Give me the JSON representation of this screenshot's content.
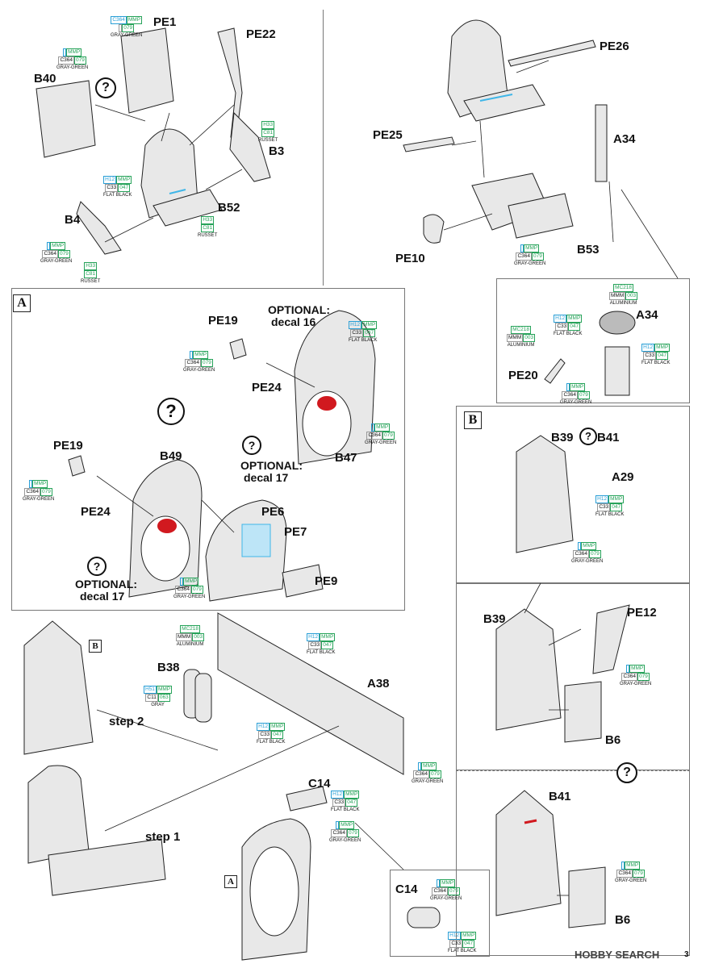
{
  "part_labels": {
    "pe1": "PE1",
    "pe22": "PE22",
    "b40": "B40",
    "b3": "B3",
    "b52": "B52",
    "b4": "B4",
    "pe26": "PE26",
    "pe25": "PE25",
    "a34": "A34",
    "b53": "B53",
    "pe10": "PE10",
    "a34b": "A34",
    "pe20": "PE20",
    "pe19a": "PE19",
    "pe24a": "PE24",
    "b47": "B47",
    "pe19b": "PE19",
    "pe24b": "PE24",
    "b49": "B49",
    "pe6": "PE6",
    "pe7": "PE7",
    "pe9": "PE9",
    "b39a": "B39",
    "b41a": "B41",
    "a29": "A29",
    "b39b": "B39",
    "pe12": "PE12",
    "b6a": "B6",
    "b41b": "B41",
    "b6b": "B6",
    "b38": "B38",
    "a38": "A38",
    "c14a": "C14",
    "c14b": "C14"
  },
  "optional_notes": {
    "decal16": [
      "OPTIONAL:",
      "decal 16"
    ],
    "decal17a": [
      "OPTIONAL:",
      "decal 17"
    ],
    "decal17b": [
      "OPTIONAL:",
      "decal 17"
    ]
  },
  "steps": {
    "step1": "step 1",
    "step2": "step 2"
  },
  "section_markers": {
    "a": "A",
    "b": "B",
    "b_small": "B",
    "a_small": "A"
  },
  "question_mark": "?",
  "paint_callouts": {
    "gg_pe1": {
      "top": [
        "C364",
        "MMP"
      ],
      "bot": [
        "",
        "079"
      ],
      "name": "GRAY-GREEN"
    },
    "gg_b40": {
      "top": [
        "",
        "MMP"
      ],
      "bot": [
        "C364",
        "079"
      ],
      "name": "GRAY-GREEN"
    },
    "russet_b3": {
      "top": [
        "H33",
        ""
      ],
      "bot": [
        "C81",
        ""
      ],
      "name": "RUSSET"
    },
    "black_b52": {
      "top": [
        "H12",
        "MMP"
      ],
      "bot": [
        "C33",
        "047"
      ],
      "name": "FLAT BLACK"
    },
    "russet_b52": {
      "top": [
        "H33",
        ""
      ],
      "bot": [
        "C81",
        ""
      ],
      "name": "RUSSET"
    },
    "gg_b4": {
      "top": [
        "",
        "MMP"
      ],
      "bot": [
        "C364",
        "079"
      ],
      "name": "GRAY-GREEN"
    },
    "russet_b4": {
      "top": [
        "H33",
        ""
      ],
      "bot": [
        "C81",
        ""
      ],
      "name": "RUSSET"
    },
    "gg_b53": {
      "top": [
        "",
        "MMP"
      ],
      "bot": [
        "C364",
        "079"
      ],
      "name": "GRAY-GREEN"
    },
    "alu_a34": {
      "top": [
        "MC218",
        ""
      ],
      "bot": [
        "MMM",
        "003"
      ],
      "name": "ALUMINIUM"
    },
    "black_a34l": {
      "top": [
        "H12",
        "MMP"
      ],
      "bot": [
        "C33",
        "047"
      ],
      "name": "FLAT BLACK"
    },
    "alu_pe20": {
      "top": [
        "MC218",
        ""
      ],
      "bot": [
        "MMM",
        "003"
      ],
      "name": "ALUMINIUM"
    },
    "black_a34r": {
      "top": [
        "H12",
        "MMP"
      ],
      "bot": [
        "C33",
        "047"
      ],
      "name": "FLAT BLACK"
    },
    "gg_pe20": {
      "top": [
        "",
        "MMP"
      ],
      "bot": [
        "C364",
        "079"
      ],
      "name": "GRAY-GREEN"
    },
    "black_b47": {
      "top": [
        "H12",
        "MMP"
      ],
      "bot": [
        "C33",
        "047"
      ],
      "name": "FLAT BLACK"
    },
    "gg_pe19a": {
      "top": [
        "",
        "MMP"
      ],
      "bot": [
        "C364",
        "079"
      ],
      "name": "GRAY-GREEN"
    },
    "gg_b47": {
      "top": [
        "",
        "MMP"
      ],
      "bot": [
        "C364",
        "079"
      ],
      "name": "GRAY-GREEN"
    },
    "gg_pe19b": {
      "top": [
        "",
        "MMP"
      ],
      "bot": [
        "C364",
        "079"
      ],
      "name": "GRAY-GREEN"
    },
    "gg_b49": {
      "top": [
        "",
        "MMP"
      ],
      "bot": [
        "C364",
        "079"
      ],
      "name": "GRAY-GREEN"
    },
    "black_a29": {
      "top": [
        "H12",
        "MMP"
      ],
      "bot": [
        "C33",
        "047"
      ],
      "name": "FLAT BLACK"
    },
    "gg_b39a": {
      "top": [
        "",
        "MMP"
      ],
      "bot": [
        "C364",
        "079"
      ],
      "name": "GRAY-GREEN"
    },
    "gg_pe12": {
      "top": [
        "",
        "MMP"
      ],
      "bot": [
        "C364",
        "079"
      ],
      "name": "GRAY-GREEN"
    },
    "gg_b41b": {
      "top": [
        "",
        "MMP"
      ],
      "bot": [
        "C364",
        "079"
      ],
      "name": "GRAY-GREEN"
    },
    "alu_panel": {
      "top": [
        "MC218",
        ""
      ],
      "bot": [
        "MMM",
        "003"
      ],
      "name": "ALUMINIUM"
    },
    "black_panel": {
      "top": [
        "H12",
        "MMP"
      ],
      "bot": [
        "C33",
        "047"
      ],
      "name": "FLAT BLACK"
    },
    "gray_b38": {
      "top": [
        "H51",
        "MMP"
      ],
      "bot": [
        "C11",
        "063"
      ],
      "name": "GRAY"
    },
    "black_panel2": {
      "top": [
        "H12",
        "MMP"
      ],
      "bot": [
        "C33",
        "047"
      ],
      "name": "FLAT BLACK"
    },
    "gg_panel": {
      "top": [
        "",
        "MMP"
      ],
      "bot": [
        "C364",
        "079"
      ],
      "name": "GRAY-GREEN"
    },
    "black_c14": {
      "top": [
        "H12",
        "MMP"
      ],
      "bot": [
        "C33",
        "047"
      ],
      "name": "FLAT BLACK"
    },
    "gg_c14": {
      "top": [
        "",
        "MMP"
      ],
      "bot": [
        "C364",
        "079"
      ],
      "name": "GRAY-GREEN"
    },
    "gg_c14b": {
      "top": [
        "",
        "MMP"
      ],
      "bot": [
        "C364",
        "079"
      ],
      "name": "GRAY-GREEN"
    },
    "black_c14b": {
      "top": [
        "H12",
        "MMP"
      ],
      "bot": [
        "C33",
        "047"
      ],
      "name": "FLAT BLACK"
    }
  },
  "watermark": "HOBBY SEARCH",
  "page_number": "3",
  "colors": {
    "line": "#222",
    "panel": "#e8e8e8",
    "red": "#d1191f",
    "cyan": "#3fb6e8",
    "green": "#27a35a"
  }
}
